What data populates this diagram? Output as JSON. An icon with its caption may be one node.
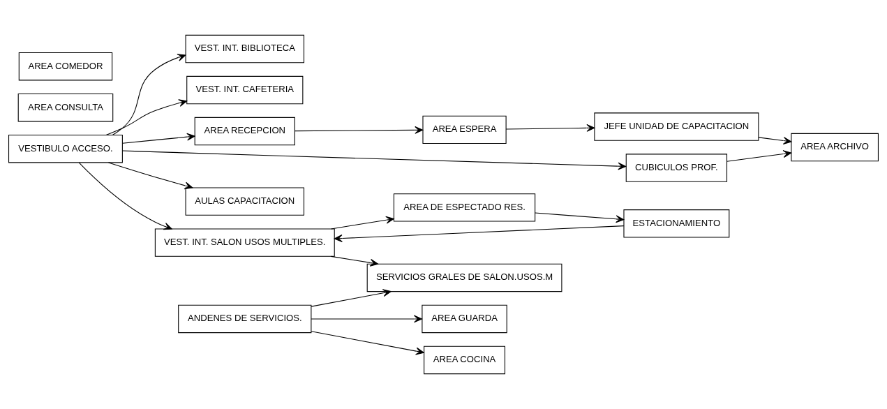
{
  "diagram": {
    "nodes": [
      {
        "text": [
          "VESTIBULO ACCESO."
        ]
      },
      {
        "text": [
          "ANDENES DE SERVICIOS."
        ]
      },
      {
        "text": [
          "AREA GUARDA"
        ]
      },
      {
        "text": [
          "AREA CONSULTA"
        ]
      },
      {
        "text": [
          "AREA COMEDOR"
        ]
      },
      {
        "text": [
          "AREA COCINA"
        ]
      },
      {
        "text": [
          "VEST. INT. BIBLIOTECA"
        ]
      },
      {
        "text": [
          "VEST. INT. CAFETERIA"
        ]
      },
      {
        "text": [
          "AREA RECEPCION"
        ]
      },
      {
        "text": [
          "AREA ESPERA"
        ]
      },
      {
        "text": [
          "JEFE UNIDAD DE CAPACITACION"
        ]
      },
      {
        "text": [
          "CUBICULOS PROF."
        ]
      },
      {
        "text": [
          "AREA ARCHIVO"
        ]
      },
      {
        "text": [
          "AULAS CAPACITACION"
        ]
      },
      {
        "text": [
          "VEST. INT. SALON USOS MULTIPLES."
        ]
      },
      {
        "text": [
          "SERVICIOS GRALES DE SALON.USOS.M"
        ]
      },
      {
        "text": [
          "AREA DE ESPECTADO RES."
        ]
      },
      {
        "text": [
          "ESTACIONAMIENTO"
        ]
      }
    ],
    "edges": [
      {
        "from": 0,
        "to": 14,
        "arrow": "to"
      },
      {
        "from": 0,
        "to": 8,
        "arrow": "to"
      },
      {
        "from": 0,
        "to": 6,
        "arrow": "to"
      },
      {
        "from": 0,
        "to": 11,
        "arrow": "to"
      },
      {
        "from": 0,
        "to": 7,
        "arrow": "to"
      },
      {
        "from": 0,
        "to": 13,
        "arrow": "to"
      },
      {
        "from": 1,
        "to": 2,
        "arrow": "to"
      },
      {
        "from": 1,
        "to": 5,
        "arrow": "to"
      },
      {
        "from": 1,
        "to": 15,
        "arrow": "to"
      },
      {
        "from": 8,
        "to": 9,
        "arrow": "to"
      },
      {
        "from": 9,
        "to": 10,
        "arrow": "to"
      },
      {
        "from": 11,
        "to": 12,
        "arrow": "to"
      },
      {
        "from": 10,
        "to": 12,
        "arrow": "to"
      },
      {
        "from": 14,
        "to": 15,
        "arrow": "to"
      },
      {
        "from": 14,
        "to": 16,
        "arrow": "to"
      },
      {
        "from": 17,
        "to": 14,
        "arrow": "to"
      },
      {
        "from": 16,
        "to": 17,
        "arrow": "to"
      }
    ]
  }
}
